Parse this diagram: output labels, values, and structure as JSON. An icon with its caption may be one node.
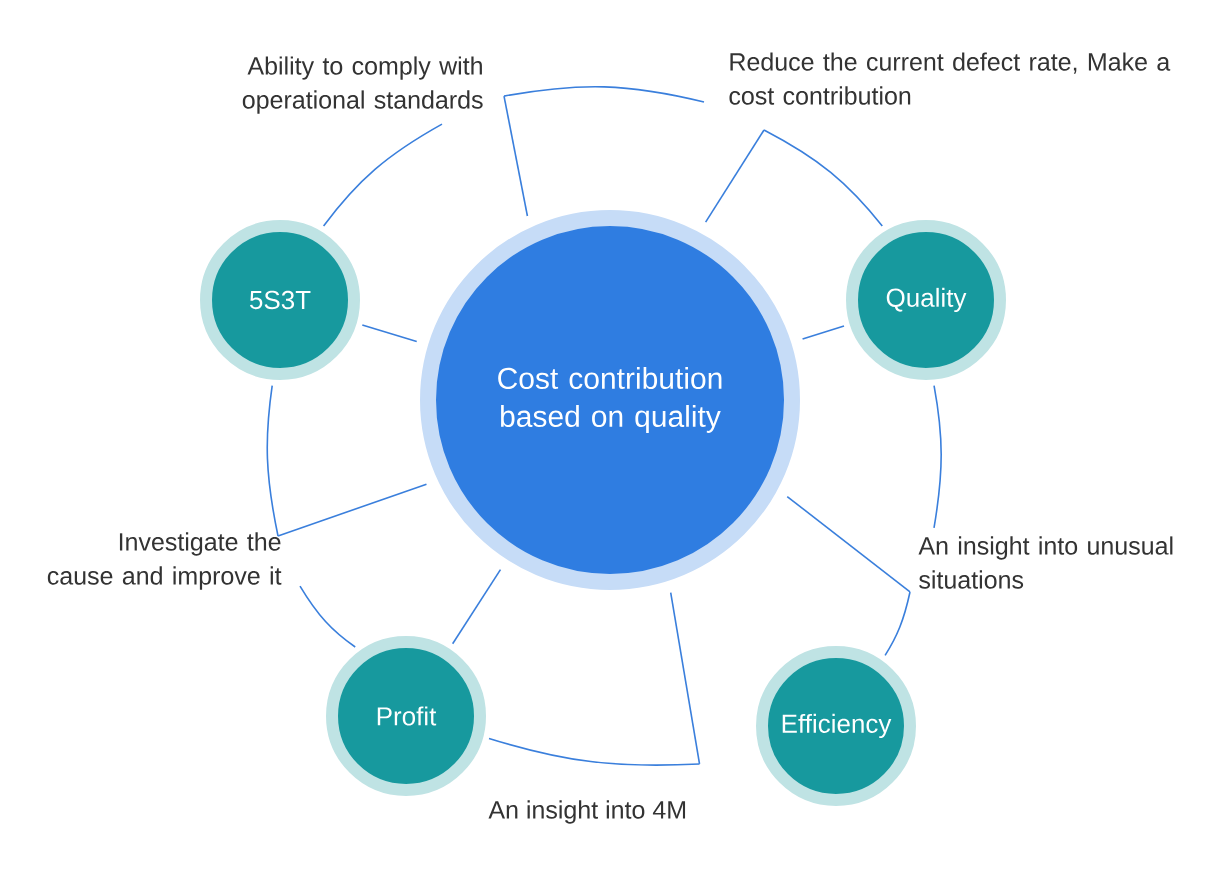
{
  "diagram": {
    "nodes": [
      {
        "text": [
          "Cost contribution based on quality"
        ]
      },
      {
        "text": [
          "5S3T"
        ]
      },
      {
        "text": [
          "Quality"
        ]
      },
      {
        "text": [
          "Efficiency"
        ]
      },
      {
        "text": [
          "Profit"
        ]
      },
      {
        "text": [
          "Ability to comply with operational standards"
        ]
      },
      {
        "text": [
          "Reduce the current defect rate, Make a cost contribution"
        ]
      },
      {
        "text": [
          "An insight into unusual situations"
        ]
      },
      {
        "text": [
          "An insight into 4M"
        ]
      },
      {
        "text": [
          "Investigate the cause and improve it"
        ]
      }
    ],
    "edges": [
      {
        "from": 1,
        "to": 0,
        "arrow": "none"
      },
      {
        "from": 2,
        "to": 0,
        "arrow": "none"
      },
      {
        "from": 4,
        "to": 0,
        "arrow": "none"
      },
      {
        "from": 1,
        "to": 5,
        "arrow": "none"
      },
      {
        "from": 5,
        "to": 0,
        "arrow": "none"
      },
      {
        "from": 5,
        "to": 6,
        "arrow": "none"
      },
      {
        "from": 6,
        "to": 0,
        "arrow": "none"
      },
      {
        "from": 6,
        "to": 2,
        "arrow": "none"
      },
      {
        "from": 2,
        "to": 7,
        "arrow": "none"
      },
      {
        "from": 7,
        "to": 0,
        "arrow": "none"
      },
      {
        "from": 7,
        "to": 3,
        "arrow": "none"
      },
      {
        "from": 4,
        "to": 8,
        "arrow": "none"
      },
      {
        "from": 8,
        "to": 0,
        "arrow": "none"
      },
      {
        "from": 4,
        "to": 9,
        "arrow": "none"
      },
      {
        "from": 9,
        "to": 0,
        "arrow": "none"
      },
      {
        "from": 9,
        "to": 1,
        "arrow": "none"
      }
    ]
  }
}
